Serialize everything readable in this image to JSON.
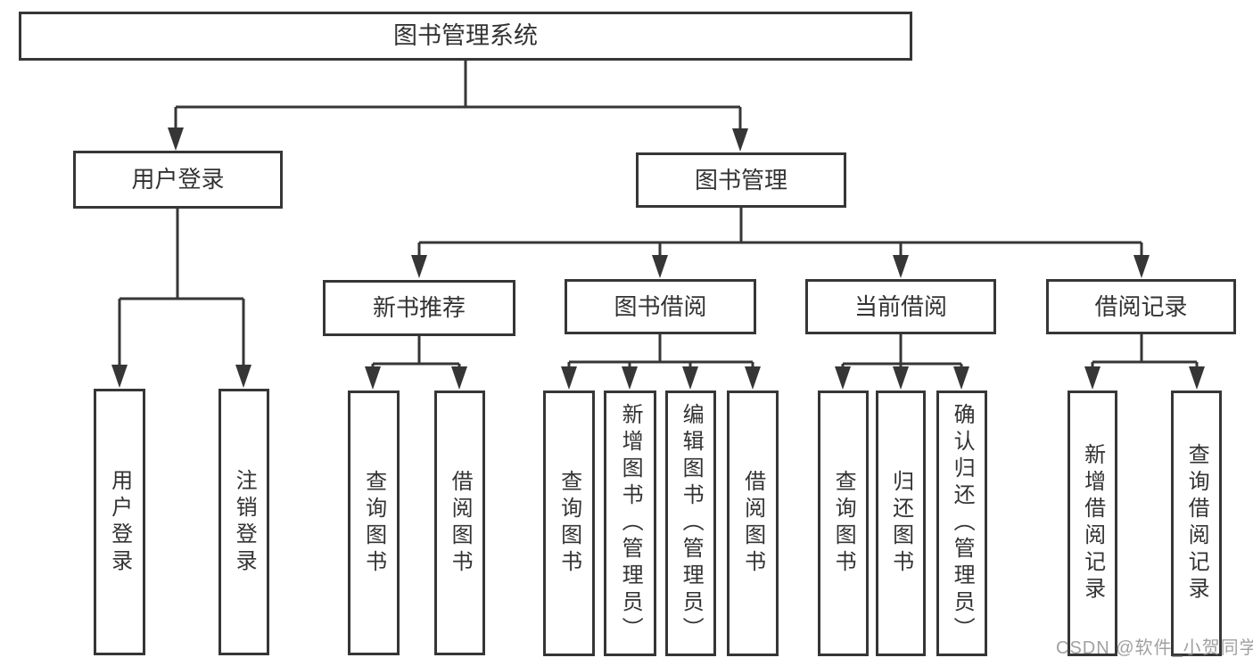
{
  "diagram": {
    "root": {
      "label": "图书管理系统"
    },
    "branches": [
      {
        "label": "用户登录",
        "children": [
          {
            "label": "用户登录"
          },
          {
            "label": "注销登录"
          }
        ]
      },
      {
        "label": "图书管理",
        "children": [
          {
            "label": "新书推荐",
            "children": [
              {
                "label": "查询图书"
              },
              {
                "label": "借阅图书"
              }
            ]
          },
          {
            "label": "图书借阅",
            "children": [
              {
                "label": "查询图书"
              },
              {
                "label": "新增图书（管理员）"
              },
              {
                "label": "编辑图书（管理员）"
              },
              {
                "label": "借阅图书"
              }
            ]
          },
          {
            "label": "当前借阅",
            "children": [
              {
                "label": "查询图书"
              },
              {
                "label": "归还图书"
              },
              {
                "label": "确认归还（管理员）"
              }
            ]
          },
          {
            "label": "借阅记录",
            "children": [
              {
                "label": "新增借阅记录"
              },
              {
                "label": "查询借阅记录"
              }
            ]
          }
        ]
      }
    ]
  },
  "watermark": {
    "text": "CSDN @软件_小贺同学"
  },
  "colors": {
    "line": "#363636",
    "text": "#333333",
    "background": "#ffffff",
    "watermark": "#919191"
  }
}
